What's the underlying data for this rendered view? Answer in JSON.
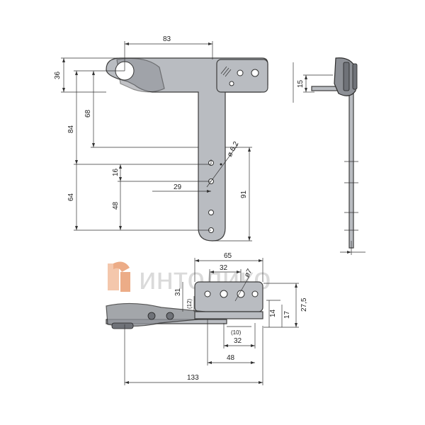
{
  "watermark": {
    "text": "интолико",
    "logo_color": "#e48a55"
  },
  "dimensions": {
    "top_width": "83",
    "left_36": "36",
    "left_84": "84",
    "left_68": "68",
    "left_64": "64",
    "left_16": "16",
    "left_48": "48",
    "mid_29": "29",
    "right_91": "91",
    "hole_dia": "ø 6,2",
    "side_15": "15",
    "bottom_65": "65",
    "bottom_32_top": "32",
    "bottom_dia7": "ø7",
    "bottom_31": "31",
    "bottom_12": "(12)",
    "bottom_14": "14",
    "bottom_17": "17",
    "bottom_275": "27,5",
    "bottom_10": "(10)",
    "bottom_32_low": "32",
    "bottom_48": "48",
    "bottom_133": "133"
  }
}
